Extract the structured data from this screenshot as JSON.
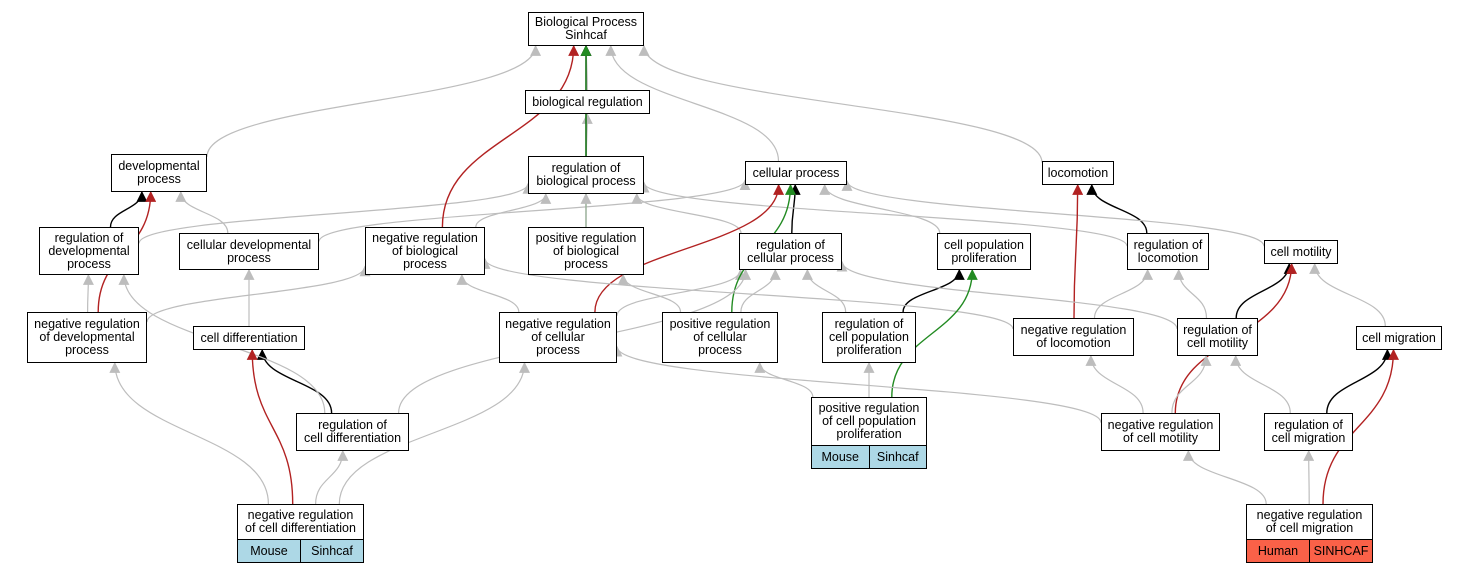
{
  "colors": {
    "is_a": "#bdbdbd",
    "part_of": "#000000",
    "negatively_regulates": "#b22222",
    "positively_regulates": "#228b22",
    "mouse_annotation": "#add8e6",
    "human_annotation": "#fa6148"
  },
  "nodes": [
    {
      "id": "root",
      "label": "Biological Process\nSinhcaf"
    },
    {
      "id": "bio_reg",
      "label": "biological regulation"
    },
    {
      "id": "dev_proc",
      "label": "developmental\nprocess"
    },
    {
      "id": "reg_bio",
      "label": "regulation of\nbiological process"
    },
    {
      "id": "cell_proc",
      "label": "cellular process"
    },
    {
      "id": "locomotion",
      "label": "locomotion"
    },
    {
      "id": "reg_dev",
      "label": "regulation of\ndevelopmental\nprocess"
    },
    {
      "id": "cell_dev",
      "label": "cellular developmental\nprocess"
    },
    {
      "id": "neg_reg_bio",
      "label": "negative regulation\nof biological\nprocess"
    },
    {
      "id": "pos_reg_bio",
      "label": "positive regulation\nof biological\nprocess"
    },
    {
      "id": "reg_cell",
      "label": "regulation of\ncellular process"
    },
    {
      "id": "cell_pop",
      "label": "cell population\nproliferation"
    },
    {
      "id": "reg_loco",
      "label": "regulation of\nlocomotion"
    },
    {
      "id": "cell_motility",
      "label": "cell motility"
    },
    {
      "id": "neg_reg_dev",
      "label": "negative regulation\nof developmental\nprocess"
    },
    {
      "id": "cell_diff",
      "label": "cell differentiation"
    },
    {
      "id": "neg_reg_cell",
      "label": "negative regulation\nof cellular\nprocess"
    },
    {
      "id": "pos_reg_cell",
      "label": "positive regulation\nof cellular\nprocess"
    },
    {
      "id": "reg_cell_pop",
      "label": "regulation of\ncell population\nproliferation"
    },
    {
      "id": "neg_reg_loco",
      "label": "negative regulation\nof locomotion"
    },
    {
      "id": "reg_motility",
      "label": "regulation of\ncell motility"
    },
    {
      "id": "cell_migration",
      "label": "cell migration"
    },
    {
      "id": "reg_cell_diff",
      "label": "regulation of\ncell differentiation"
    },
    {
      "id": "pos_reg_cell_pop",
      "label": "positive regulation\nof cell population\nproliferation",
      "annotation": {
        "species": "Mouse",
        "gene": "Sinhcaf",
        "color": "#add8e6"
      }
    },
    {
      "id": "neg_reg_motility",
      "label": "negative regulation\nof cell motility"
    },
    {
      "id": "reg_migration",
      "label": "regulation of\ncell migration"
    },
    {
      "id": "neg_reg_cell_diff",
      "label": "negative regulation\nof cell differentiation",
      "annotation": {
        "species": "Mouse",
        "gene": "Sinhcaf",
        "color": "#add8e6"
      }
    },
    {
      "id": "neg_reg_migration",
      "label": "negative regulation\nof cell migration",
      "annotation": {
        "species": "Human",
        "gene": "SINHCAF",
        "color": "#fa6148"
      }
    }
  ],
  "edges": [
    {
      "from": "bio_reg",
      "to": "root",
      "type": "is_a"
    },
    {
      "from": "dev_proc",
      "to": "root",
      "type": "is_a"
    },
    {
      "from": "reg_bio",
      "to": "bio_reg",
      "type": "is_a"
    },
    {
      "from": "reg_bio",
      "to": "root",
      "type": "part_of"
    },
    {
      "from": "cell_proc",
      "to": "root",
      "type": "is_a"
    },
    {
      "from": "locomotion",
      "to": "root",
      "type": "is_a"
    },
    {
      "from": "reg_dev",
      "to": "dev_proc",
      "type": "part_of"
    },
    {
      "from": "reg_dev",
      "to": "reg_bio",
      "type": "is_a"
    },
    {
      "from": "cell_dev",
      "to": "dev_proc",
      "type": "is_a"
    },
    {
      "from": "cell_dev",
      "to": "cell_proc",
      "type": "is_a"
    },
    {
      "from": "neg_reg_bio",
      "to": "root",
      "type": "negatively_regulates"
    },
    {
      "from": "neg_reg_bio",
      "to": "reg_bio",
      "type": "is_a"
    },
    {
      "from": "pos_reg_bio",
      "to": "root",
      "type": "positively_regulates"
    },
    {
      "from": "pos_reg_bio",
      "to": "reg_bio",
      "type": "is_a"
    },
    {
      "from": "reg_cell",
      "to": "cell_proc",
      "type": "part_of"
    },
    {
      "from": "reg_cell",
      "to": "reg_bio",
      "type": "is_a"
    },
    {
      "from": "cell_pop",
      "to": "cell_proc",
      "type": "is_a"
    },
    {
      "from": "reg_loco",
      "to": "locomotion",
      "type": "part_of"
    },
    {
      "from": "reg_loco",
      "to": "reg_bio",
      "type": "is_a"
    },
    {
      "from": "cell_motility",
      "to": "cell_proc",
      "type": "is_a"
    },
    {
      "from": "neg_reg_dev",
      "to": "dev_proc",
      "type": "negatively_regulates"
    },
    {
      "from": "neg_reg_dev",
      "to": "reg_dev",
      "type": "is_a"
    },
    {
      "from": "neg_reg_dev",
      "to": "neg_reg_bio",
      "type": "is_a"
    },
    {
      "from": "cell_diff",
      "to": "cell_dev",
      "type": "is_a"
    },
    {
      "from": "neg_reg_cell",
      "to": "cell_proc",
      "type": "negatively_regulates"
    },
    {
      "from": "neg_reg_cell",
      "to": "neg_reg_bio",
      "type": "is_a"
    },
    {
      "from": "neg_reg_cell",
      "to": "reg_cell",
      "type": "is_a"
    },
    {
      "from": "pos_reg_cell",
      "to": "cell_proc",
      "type": "positively_regulates"
    },
    {
      "from": "pos_reg_cell",
      "to": "pos_reg_bio",
      "type": "is_a"
    },
    {
      "from": "pos_reg_cell",
      "to": "reg_cell",
      "type": "is_a"
    },
    {
      "from": "reg_cell_pop",
      "to": "cell_pop",
      "type": "part_of"
    },
    {
      "from": "reg_cell_pop",
      "to": "reg_cell",
      "type": "is_a"
    },
    {
      "from": "neg_reg_loco",
      "to": "locomotion",
      "type": "negatively_regulates"
    },
    {
      "from": "neg_reg_loco",
      "to": "reg_loco",
      "type": "is_a"
    },
    {
      "from": "neg_reg_loco",
      "to": "neg_reg_bio",
      "type": "is_a"
    },
    {
      "from": "reg_motility",
      "to": "cell_motility",
      "type": "part_of"
    },
    {
      "from": "reg_motility",
      "to": "reg_loco",
      "type": "is_a"
    },
    {
      "from": "reg_motility",
      "to": "reg_cell",
      "type": "is_a"
    },
    {
      "from": "cell_migration",
      "to": "cell_motility",
      "type": "is_a"
    },
    {
      "from": "reg_cell_diff",
      "to": "cell_diff",
      "type": "part_of"
    },
    {
      "from": "reg_cell_diff",
      "to": "reg_dev",
      "type": "is_a"
    },
    {
      "from": "reg_cell_diff",
      "to": "reg_cell",
      "type": "is_a"
    },
    {
      "from": "pos_reg_cell_pop",
      "to": "cell_pop",
      "type": "positively_regulates"
    },
    {
      "from": "pos_reg_cell_pop",
      "to": "reg_cell_pop",
      "type": "is_a"
    },
    {
      "from": "pos_reg_cell_pop",
      "to": "pos_reg_cell",
      "type": "is_a"
    },
    {
      "from": "neg_reg_motility",
      "to": "cell_motility",
      "type": "negatively_regulates"
    },
    {
      "from": "neg_reg_motility",
      "to": "reg_motility",
      "type": "is_a"
    },
    {
      "from": "neg_reg_motility",
      "to": "neg_reg_loco",
      "type": "is_a"
    },
    {
      "from": "neg_reg_motility",
      "to": "neg_reg_cell",
      "type": "is_a"
    },
    {
      "from": "reg_migration",
      "to": "cell_migration",
      "type": "part_of"
    },
    {
      "from": "reg_migration",
      "to": "reg_motility",
      "type": "is_a"
    },
    {
      "from": "neg_reg_cell_diff",
      "to": "cell_diff",
      "type": "negatively_regulates"
    },
    {
      "from": "neg_reg_cell_diff",
      "to": "reg_cell_diff",
      "type": "is_a"
    },
    {
      "from": "neg_reg_cell_diff",
      "to": "neg_reg_dev",
      "type": "is_a"
    },
    {
      "from": "neg_reg_cell_diff",
      "to": "neg_reg_cell",
      "type": "is_a"
    },
    {
      "from": "neg_reg_migration",
      "to": "cell_migration",
      "type": "negatively_regulates"
    },
    {
      "from": "neg_reg_migration",
      "to": "reg_migration",
      "type": "is_a"
    },
    {
      "from": "neg_reg_migration",
      "to": "neg_reg_motility",
      "type": "is_a"
    }
  ]
}
